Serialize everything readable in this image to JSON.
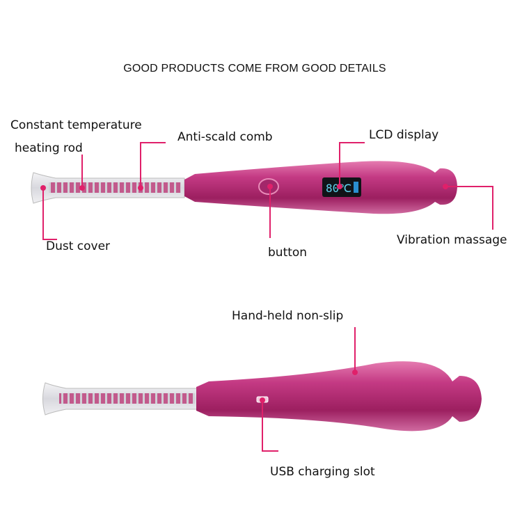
{
  "title": "GOOD PRODUCTS COME FROM GOOD DETAILS",
  "accent_color": "#e0206a",
  "body_color": "#b5286e",
  "labels": {
    "heating_rod_line1": "Constant temperature",
    "heating_rod_line2": "heating rod",
    "comb": "Anti-scald comb",
    "lcd": "LCD display",
    "dust_cover": "Dust cover",
    "button": "button",
    "vibration": "Vibration massage",
    "non_slip": "Hand-held non-slip",
    "usb": "USB charging slot"
  },
  "lcd_readout": "80℃",
  "icons": [
    "power-button-icon",
    "battery-icon",
    "usb-port-icon"
  ]
}
